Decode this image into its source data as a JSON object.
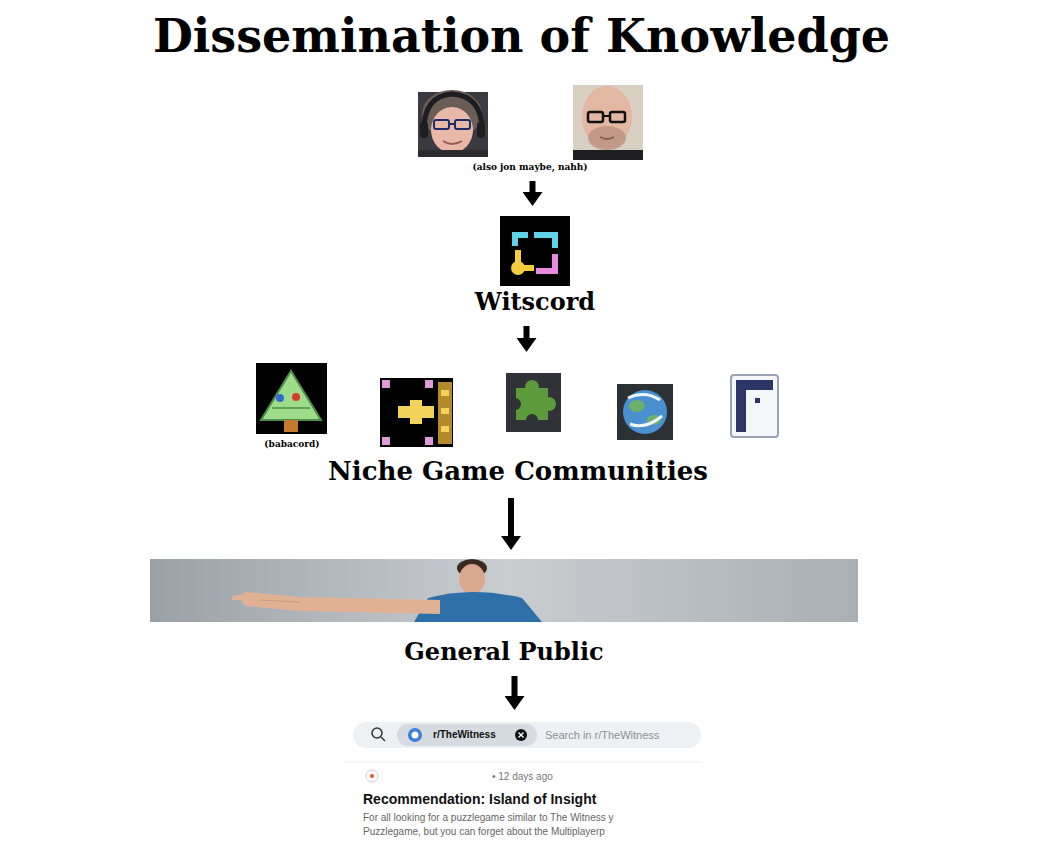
{
  "diagram": {
    "title": "Dissemination of Knowledge",
    "nodes": [
      {
        "text": [
          "(also jon maybe, nahh)"
        ]
      },
      {
        "text": [
          "Witscord"
        ]
      },
      {
        "text": [
          "Niche Game Communities"
        ]
      },
      {
        "text": [
          "(babacord)"
        ],
        "in": 2
      },
      {
        "text": [
          "General Public"
        ]
      },
      {
        "text": [
          "r/TheWitness",
          "Search in r/TheWitness",
          "• 12 days ago",
          "Recommendation: Island of Insight",
          "For all looking for a puzzlegame similar to The Witness y",
          "Puzzlegame, but you can forget about the Multiplayerp"
        ]
      }
    ],
    "edges": [
      {
        "from": 0,
        "to": 1,
        "arrow": "to"
      },
      {
        "from": 1,
        "to": 2,
        "arrow": "to"
      },
      {
        "from": 2,
        "to": 4,
        "arrow": "to"
      },
      {
        "from": 4,
        "to": 5,
        "arrow": "to"
      }
    ]
  }
}
